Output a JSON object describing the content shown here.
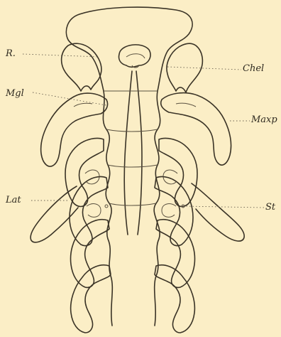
{
  "labels": {
    "r": "R.",
    "mgl": "Mgl",
    "lat": "Lat",
    "chel": "Chel",
    "maxp": "Maxp",
    "st": "St"
  },
  "colors": {
    "background": "#fbeec6",
    "ink": "#3a3326"
  }
}
